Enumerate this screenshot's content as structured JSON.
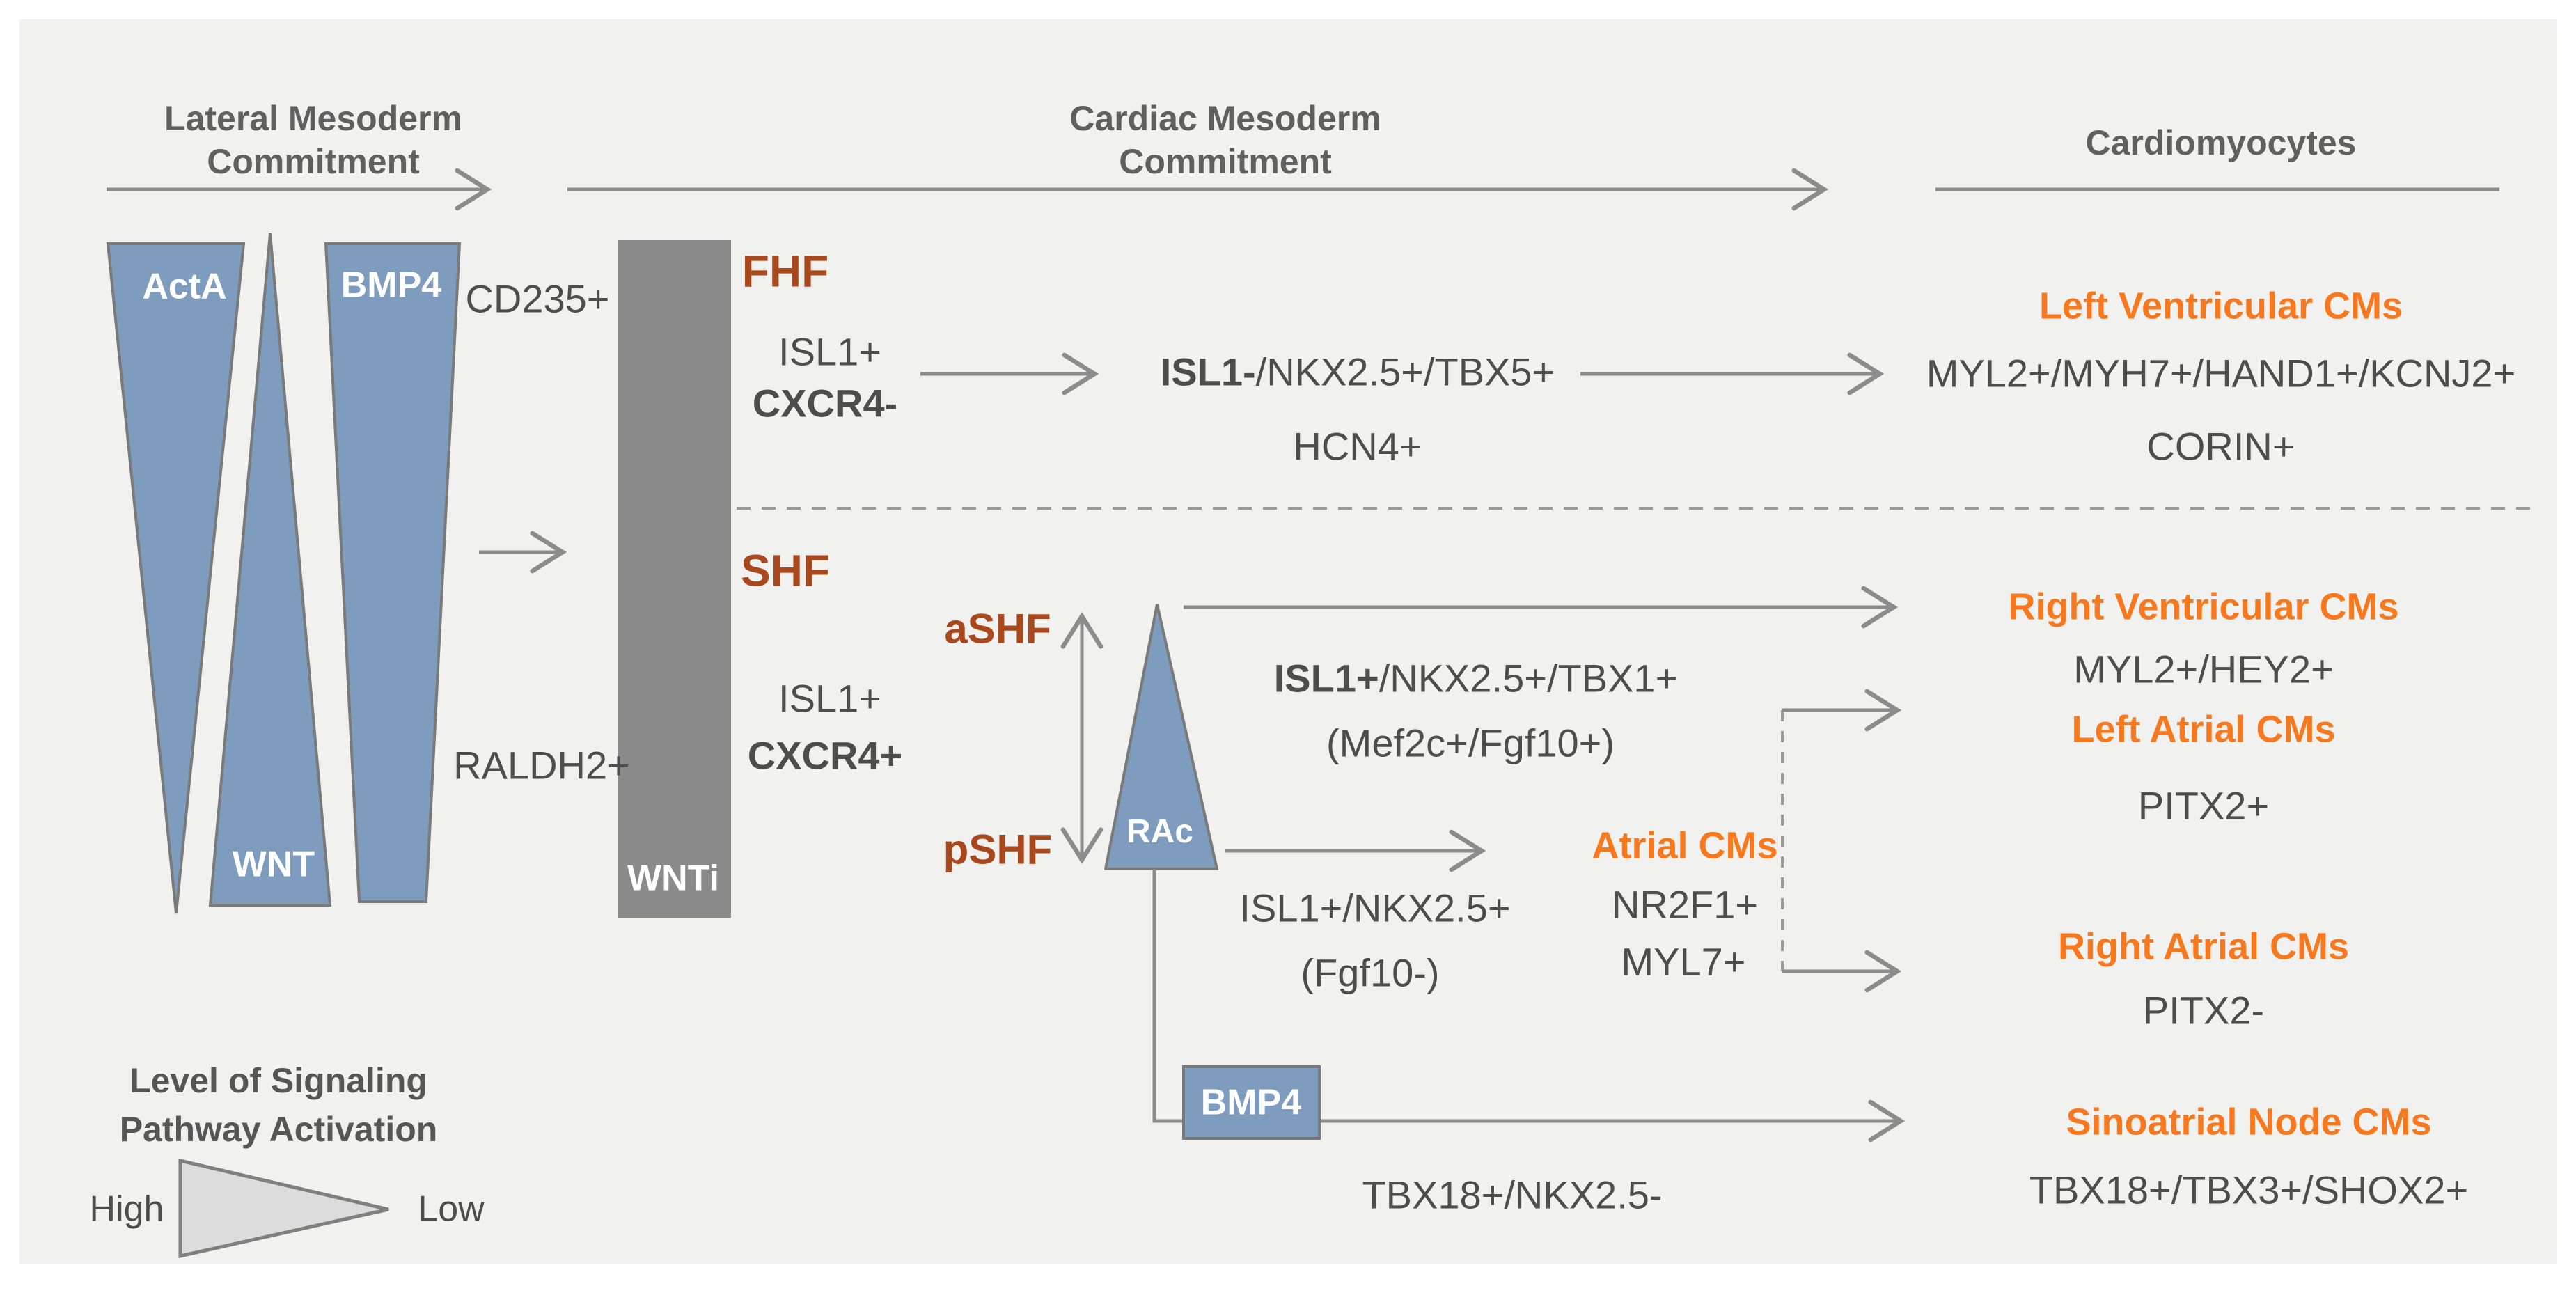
{
  "colors": {
    "accent_orange": "#F8791D",
    "accent_rust": "#A8481C",
    "shape_blue": "#7D9CBE",
    "bar_gray": "#8A8A8A",
    "text_gray": "#4D4D4D",
    "header_gray": "#606060",
    "arrow_gray": "#8C8C8C",
    "panel_bg": "#F1F1EF",
    "legend_fill": "#DCDCDC"
  },
  "headers": {
    "lateral": {
      "line1": "Lateral Mesoderm",
      "line2": "Commitment"
    },
    "cardiac": {
      "line1": "Cardiac Mesoderm",
      "line2": "Commitment"
    },
    "cardiomyocytes": "Cardiomyocytes"
  },
  "signals": {
    "acta": "ActA",
    "wnt": "WNT",
    "bmp4": "BMP4",
    "wnti": "WNTi",
    "bmp4_box": "BMP4",
    "cd235": "CD235+",
    "raldh2": "RALDH2+"
  },
  "fhf": {
    "label": "FHF",
    "isl1": "ISL1+",
    "cxcr4": "CXCR4-",
    "stage_bold": "ISL1-",
    "stage_rest": "/NKX2.5+/TBX5+",
    "stage2": "HCN4+"
  },
  "shf": {
    "label": "SHF",
    "isl1": "ISL1+",
    "cxcr4": "CXCR4+",
    "ashf": "aSHF",
    "pshf": "pSHF",
    "rac": "RAc",
    "ashf_stage_bold": "ISL1+",
    "ashf_stage_rest": "/NKX2.5+/TBX1+",
    "ashf_stage2": "(Mef2c+/Fgf10+)",
    "pshf_stage": "ISL1+/NKX2.5+",
    "pshf_stage2": "(Fgf10-)",
    "atrial": {
      "title": "Atrial CMs",
      "marker1": "NR2F1+",
      "marker2": "MYL7+"
    },
    "san_path": "TBX18+/NKX2.5-"
  },
  "outcomes": [
    {
      "title": "Left Ventricular CMs",
      "line1": "MYL2+/MYH7+/HAND1+/KCNJ2+",
      "line2": "CORIN+"
    },
    {
      "title": "Right Ventricular CMs",
      "line1": "MYL2+/HEY2+"
    },
    {
      "title": "Left Atrial CMs",
      "line1": "PITX2+"
    },
    {
      "title": "Right Atrial CMs",
      "line1": "PITX2-"
    },
    {
      "title": "Sinoatrial Node CMs",
      "line1": "TBX18+/TBX3+/SHOX2+"
    }
  ],
  "legend": {
    "line1": "Level of Signaling",
    "line2": "Pathway Activation",
    "high": "High",
    "low": "Low"
  }
}
